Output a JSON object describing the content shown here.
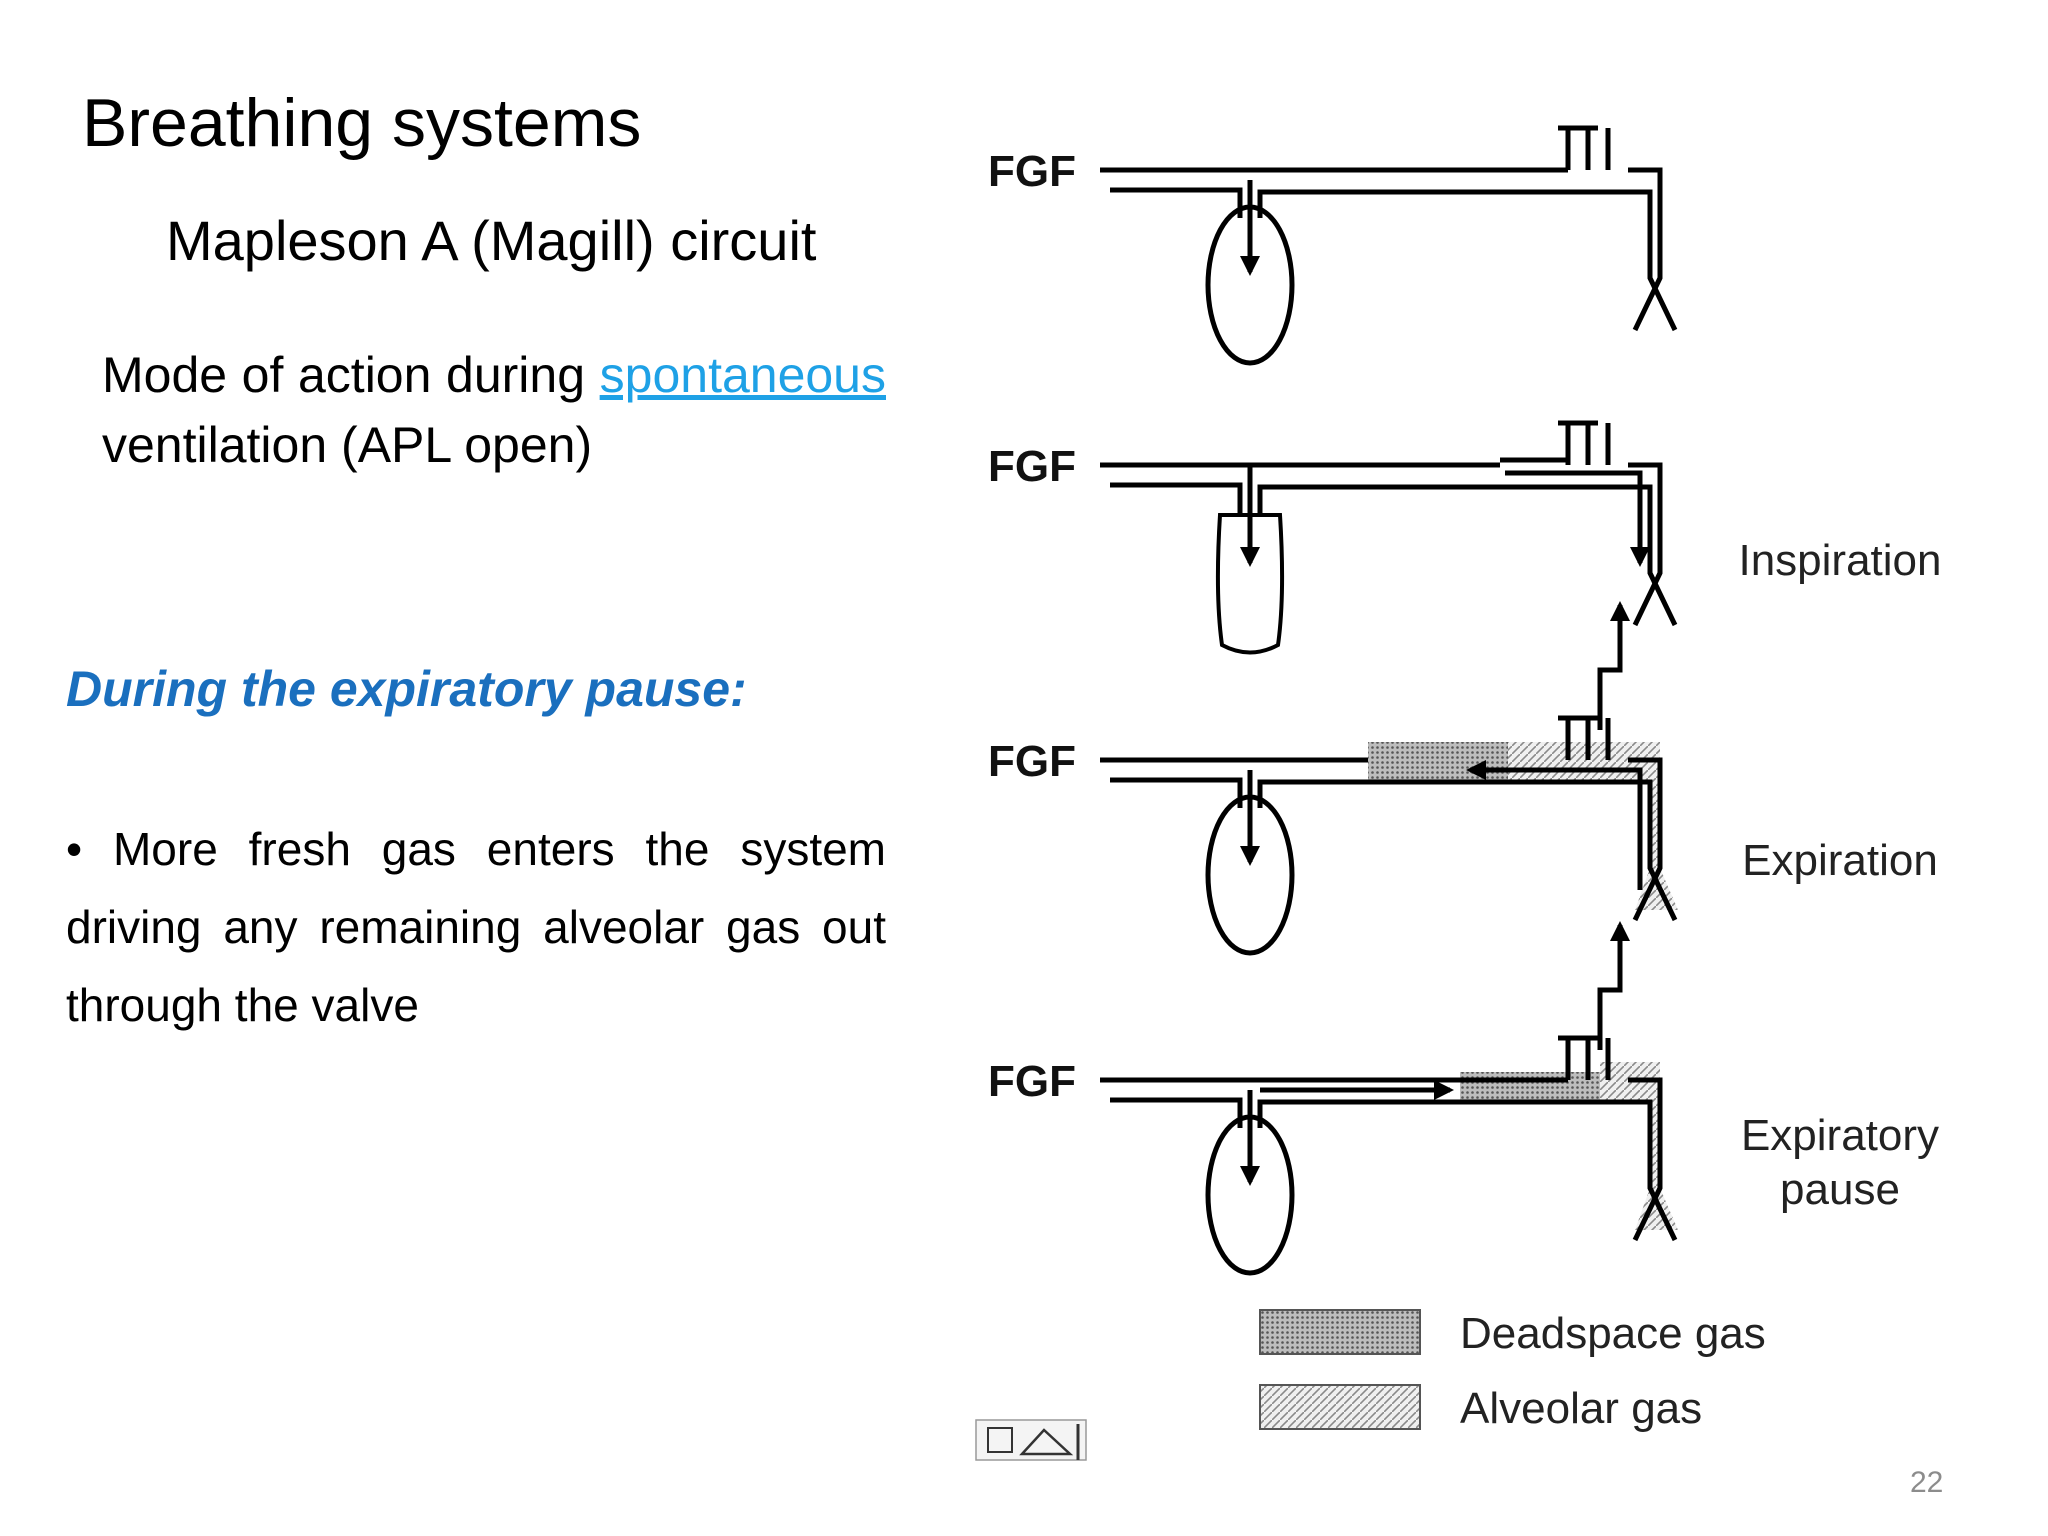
{
  "slide": {
    "title": "Breathing systems",
    "subtitle": "Mapleson A (Magill) circuit",
    "mode_of_action": {
      "line1": "Mode of action during",
      "link": "spontaneous",
      "line2": " ventilation (APL open)"
    },
    "section_heading": "During the expiratory pause:",
    "bullet": "• More fresh gas enters the system driving any remaining alveolar gas out through the valve",
    "page_number": "22"
  },
  "diagram": {
    "fgf_label": "FGF",
    "phases": [
      {
        "label_lines": [
          ""
        ]
      },
      {
        "label_lines": [
          "Inspiration"
        ]
      },
      {
        "label_lines": [
          "Expiration"
        ]
      },
      {
        "label_lines": [
          "Expiratory",
          "pause"
        ]
      }
    ],
    "legend": [
      {
        "label": "Deadspace gas",
        "pattern": "dotted-dark"
      },
      {
        "label": "Alveolar gas",
        "pattern": "hatched-light"
      }
    ]
  }
}
